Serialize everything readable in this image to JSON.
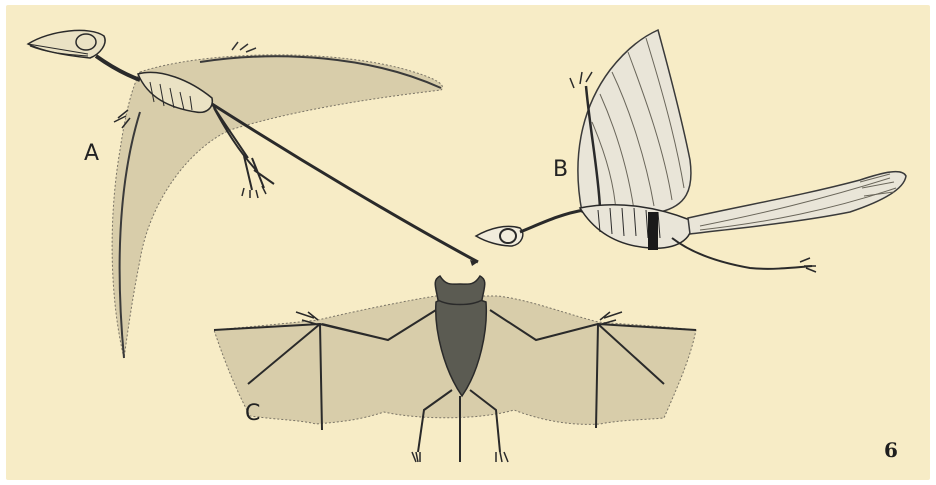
{
  "labels": {
    "a": "A",
    "b": "B",
    "c": "C"
  },
  "figure_number": "6",
  "icons": [
    "pterosaur-skeleton-illustration",
    "bird-skeleton-illustration",
    "bat-skeleton-illustration"
  ],
  "colors": {
    "background": "#f7ecc6",
    "membrane": "#d8cdaa",
    "bat_body": "#5b5b52",
    "line": "#2a2a2a",
    "feather": "#e9e5d8"
  }
}
